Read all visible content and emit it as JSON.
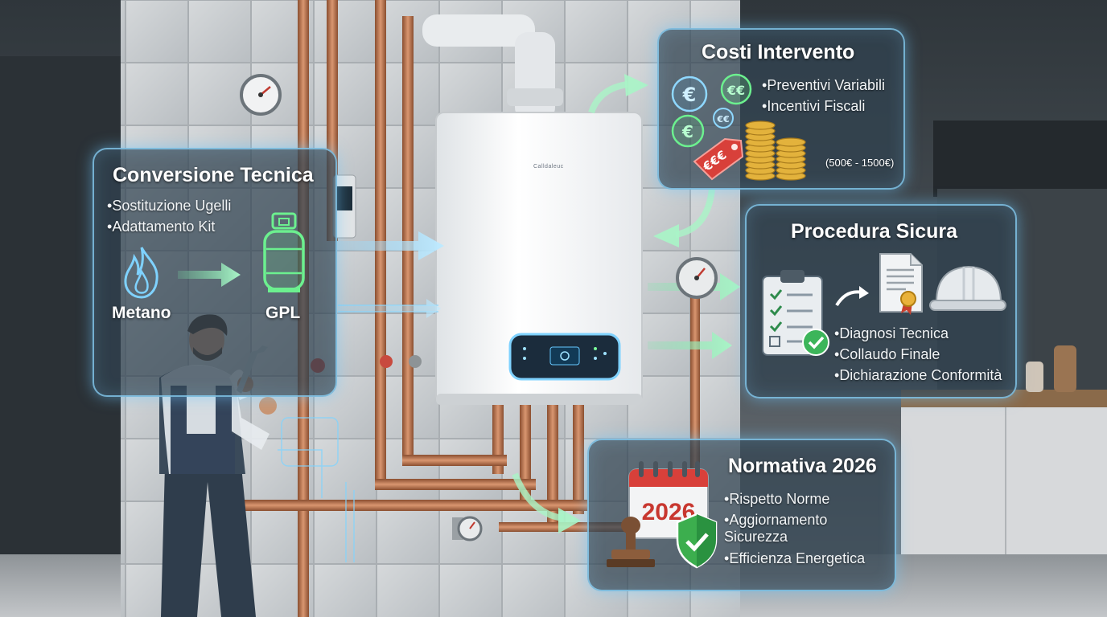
{
  "panels": {
    "conversione": {
      "title": "Conversione Tecnica",
      "bullets": [
        "Sostituzione Ugelli",
        "Adattamento Kit"
      ],
      "from_label": "Metano",
      "to_label": "GPL"
    },
    "costi": {
      "title": "Costi Intervento",
      "bullets": [
        "Preventivi Variabili",
        "Incentivi Fiscali"
      ],
      "range": "(500€ - 1500€)",
      "coin_symbols": [
        "€",
        "€€",
        "€",
        "€€"
      ],
      "tag_text": "€€€"
    },
    "procedura": {
      "title": "Procedura Sicura",
      "bullets": [
        "Diagnosi Tecnica",
        "Collaudo Finale",
        "Dichiarazione Conformità"
      ]
    },
    "normativa": {
      "title": "Normativa 2026",
      "bullets": [
        "Rispetto Norme",
        "Aggiornamento Sicurezza",
        "Efficienza Energetica"
      ],
      "calendar_year": "2026"
    }
  },
  "boiler": {
    "brand": "Calldaleuc"
  },
  "colors": {
    "glow": "#8cd7ff",
    "arrow_green": "#7be6a8",
    "arrow_blue": "#8fd8ff",
    "gas_green": "#6cf08f",
    "calendar_red": "#d8403a",
    "copper": "#b8714a"
  },
  "icons": [
    "flame-icon",
    "gas-cylinder-icon",
    "euro-coin-icon",
    "price-tag-icon",
    "coin-stack-icon",
    "checklist-icon",
    "certificate-icon",
    "hard-hat-icon",
    "calendar-icon",
    "stamp-icon",
    "shield-check-icon",
    "pressure-gauge-icon",
    "wrench-icon"
  ]
}
